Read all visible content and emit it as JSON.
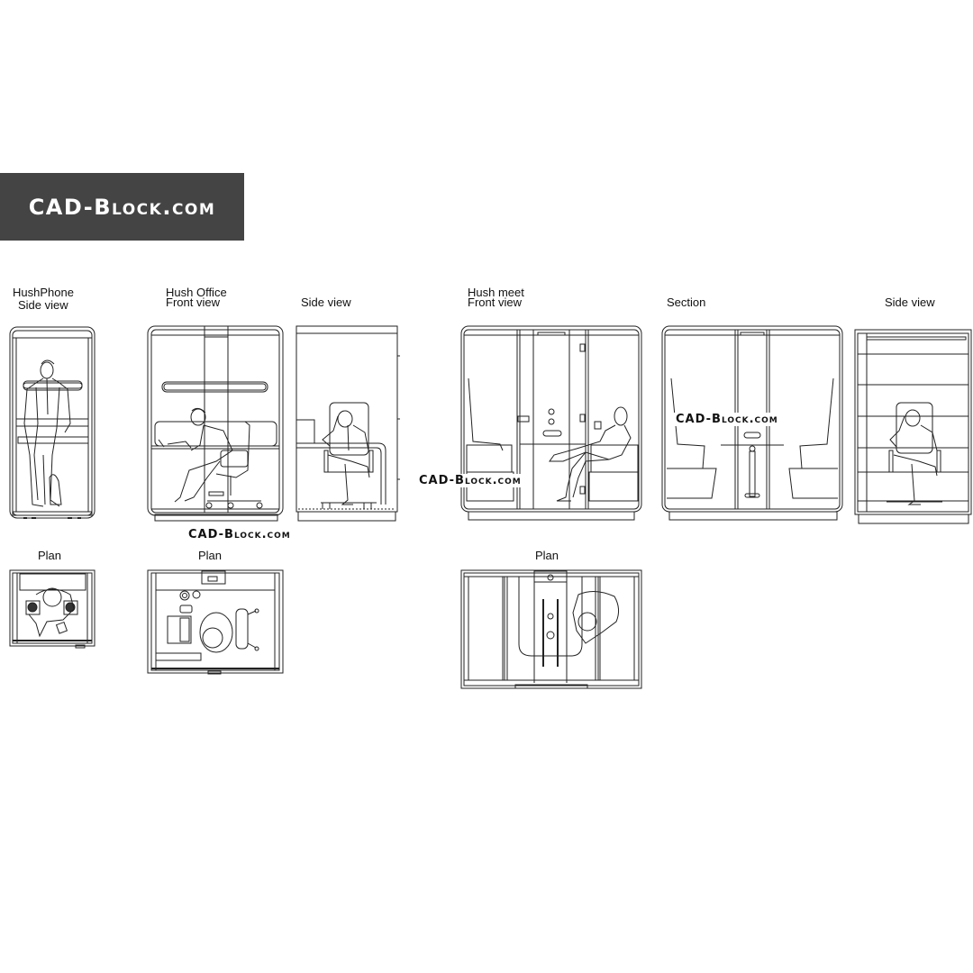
{
  "banner": {
    "text": "CAD-Block.com",
    "background": "#444444",
    "color": "#ffffff"
  },
  "labels": {
    "hushphone_title": "HushPhone",
    "hushphone_view": "Side view",
    "hush_office_title": "Hush Office",
    "hush_office_view": "Front view",
    "hush_office_side": "Side view",
    "hush_meet_title": "Hush meet",
    "hush_meet_view": "Front view",
    "hush_meet_section": "Section",
    "hush_meet_side": "Side view",
    "plan_hushphone": "Plan",
    "plan_hush_office": "Plan",
    "plan_hush_meet": "Plan"
  },
  "watermarks": {
    "office": "CAD-Block.com",
    "meet_front": "CAD-Block.com",
    "meet_section": "CAD-Block.com"
  },
  "colors": {
    "line": "#222222",
    "background": "#ffffff"
  }
}
